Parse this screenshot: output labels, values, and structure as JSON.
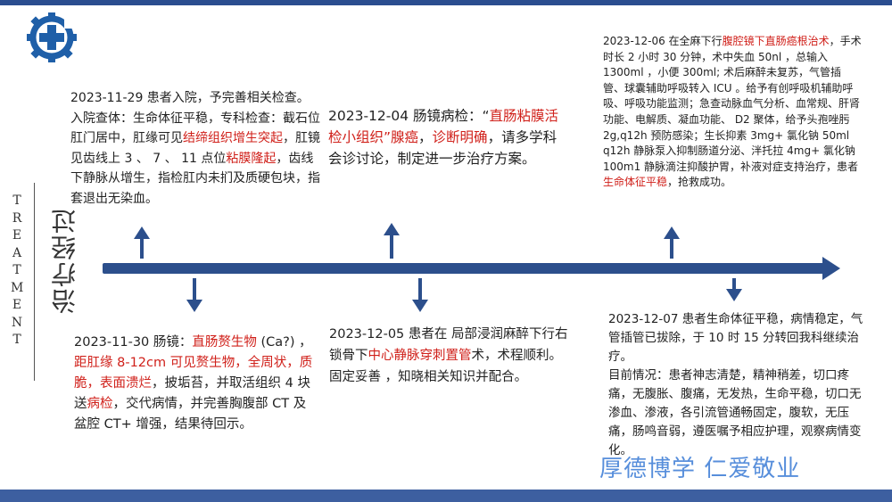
{
  "side_en_letters": [
    "T",
    "R",
    "E",
    "A",
    "T",
    "M",
    "E",
    "N",
    "T"
  ],
  "side_cn": "治疗经过",
  "motto": "厚德博学 仁爱敬业",
  "colors": {
    "accent_blue": "#2c4f8c",
    "highlight_red": "#d0201a",
    "motto_blue": "#3a7bd5"
  },
  "events": [
    {
      "id": "n1",
      "segments": [
        {
          "t": "2023-11-29  患者入院，予完善相关检查。入院查体：生命体征平稳，专科检查：截石位肛门居中，肛缘可见"
        },
        {
          "t": "结缔组织增生突起",
          "red": true
        },
        {
          "t": "，肛镜见齿线上 3 、 7 、 11 点位"
        },
        {
          "t": "粘膜隆起",
          "red": true
        },
        {
          "t": "，齿线下静脉从增生，指检肛内未扪及质硬包块，指套退出无染血。"
        }
      ]
    },
    {
      "id": "n2",
      "segments": [
        {
          "t": "2023-12-04  肠镜病检：“"
        },
        {
          "t": "直肠粘膜活检小组织”腺癌",
          "red": true
        },
        {
          "t": "，"
        },
        {
          "t": "诊断明确",
          "red": true
        },
        {
          "t": "，请多学科会诊讨论，制定进一步治疗方案。"
        }
      ]
    },
    {
      "id": "n3",
      "segments": [
        {
          "t": "2023-12-06  在全麻下行"
        },
        {
          "t": "腹腔镜下直肠癌根治术",
          "red": true
        },
        {
          "t": "，手术时长 2 小时 30 分钟，术中失血 50nl ，总输入 1300ml ，小便 300ml; 术后麻醉未复苏，气管插管、球囊辅助呼吸转入 ICU 。给予有创呼吸机辅助呼吸、呼吸功能监测；急查动脉血气分析、血常规、肝肾功能、电解质、凝血功能、 D2 聚体，给予头孢唑肟 2g,q12h  预防感染；生长抑素 3mg+ 氯化钠 50ml q12h 静脉泵入抑制肠道分泌、泮托拉 4mg+ 氯化钠 100m1 静脉滴注抑酸护胃，补液对症支持治疗，患者"
        },
        {
          "t": "生命体征平稳",
          "red": true
        },
        {
          "t": "，抢救成功。"
        }
      ]
    },
    {
      "id": "n4",
      "segments": [
        {
          "t": "2023-11-30  肠镜："
        },
        {
          "t": "直肠赘生物",
          "red": true
        },
        {
          "t": "  (Ca?) ，"
        },
        {
          "t": "距肛缘 8-12cm 可见赘生物，全周状，质脆，表面溃烂",
          "red": true
        },
        {
          "t": "，披垢苔，并取活组织 4 块送"
        },
        {
          "t": "病检",
          "red": true
        },
        {
          "t": "，交代病情，并完善胸腹部 CT 及盆腔 CT+ 增强，结果待回示。"
        }
      ]
    },
    {
      "id": "n5",
      "segments": [
        {
          "t": "2023-12-05  患者在 局部浸润麻醉下行右锁骨下"
        },
        {
          "t": "中心静脉穿刺置管",
          "red": true
        },
        {
          "t": "术，术程顺利。固定妥善 ，知晓相关知识并配合。"
        }
      ]
    },
    {
      "id": "n6",
      "segments": [
        {
          "t": "2023-12-07  患者生命体征平稳，病情稳定，气管插管已拔除，于 10 时 15 分转回我科继续治疗。\n目前情况：患者神志清楚，精神稍差，切口疼痛，无腹胀、腹痛，无发热，生命平稳，切口无渗血、渗液，各引流管通畅固定，腹软，无压痛，肠鸣音弱，遵医嘱予相应护理，观察病情变化。"
        }
      ]
    }
  ]
}
